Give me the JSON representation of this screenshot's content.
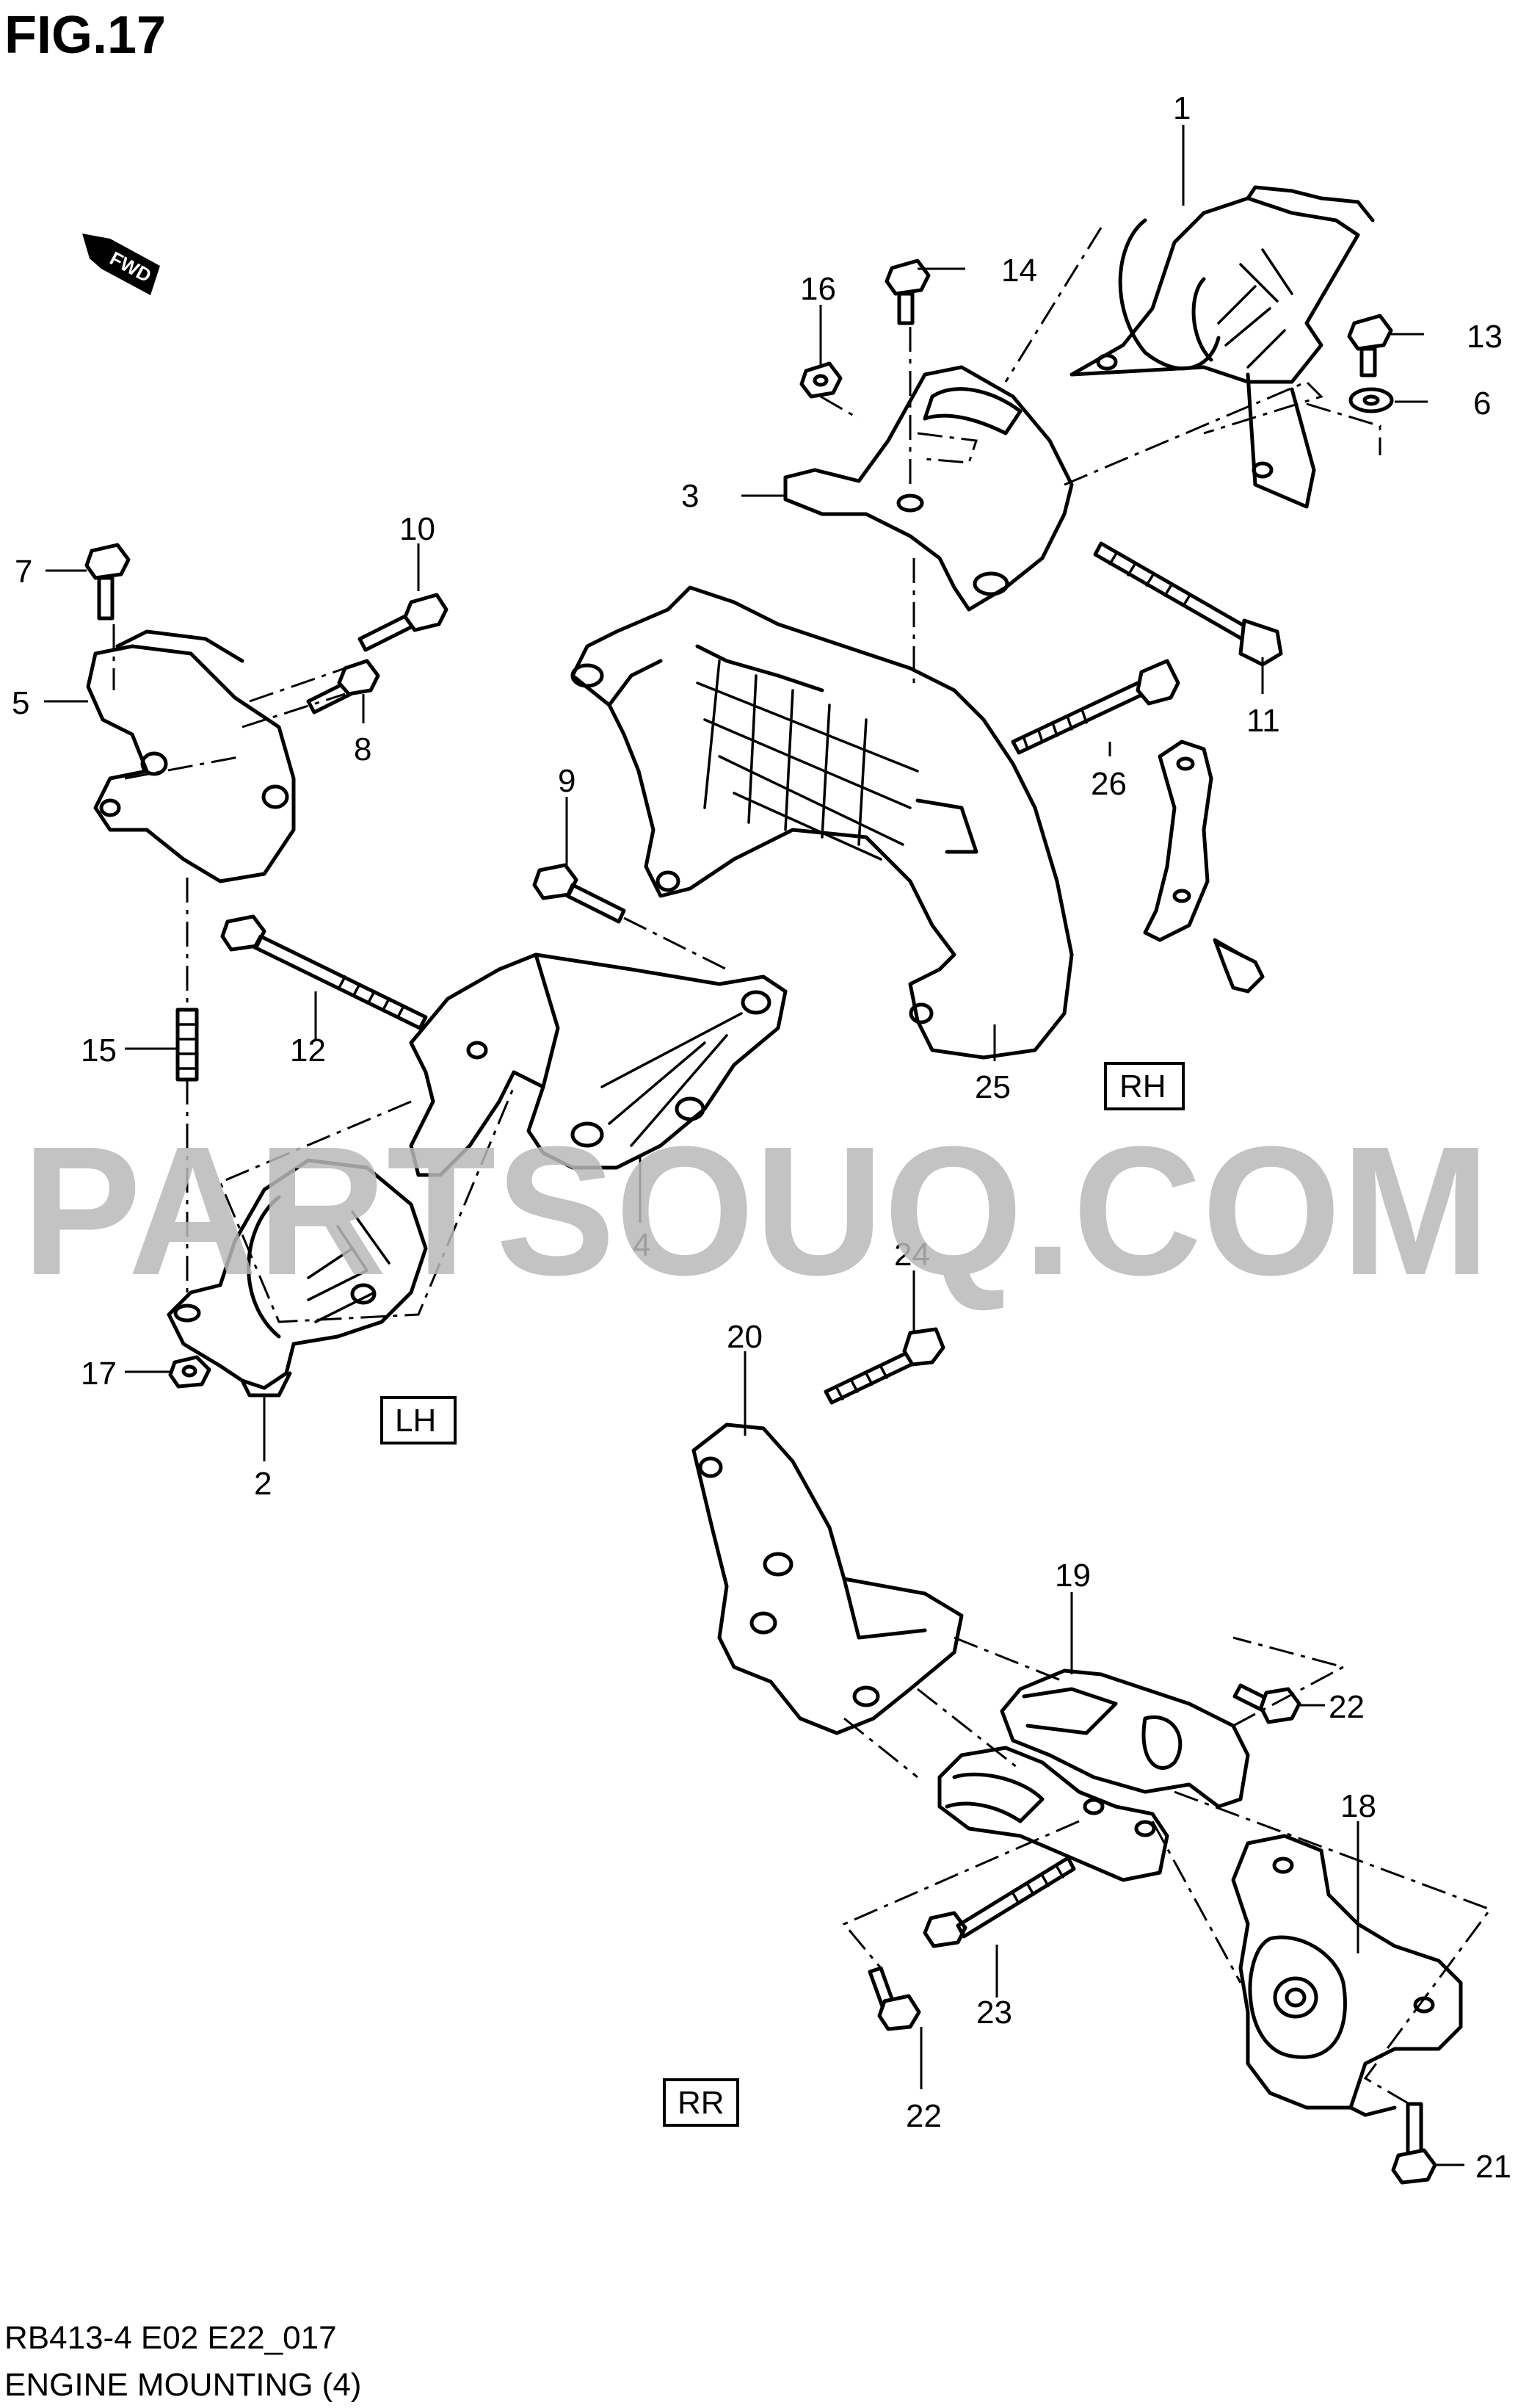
{
  "figure": {
    "title": "FIG.17"
  },
  "direction": {
    "label": "FWD"
  },
  "sections": {
    "rh": "RH",
    "lh": "LH",
    "rr": "RR"
  },
  "watermark": "PARTSOUQ.COM",
  "footer": {
    "code": "RB413-4 E02 E22_017",
    "name": "ENGINE MOUNTING (4)"
  },
  "callouts": [
    "1",
    "2",
    "3",
    "4",
    "5",
    "6",
    "7",
    "8",
    "9",
    "10",
    "11",
    "12",
    "13",
    "14",
    "15",
    "16",
    "17",
    "18",
    "19",
    "20",
    "21",
    "22",
    "22",
    "23",
    "24",
    "25",
    "26"
  ]
}
